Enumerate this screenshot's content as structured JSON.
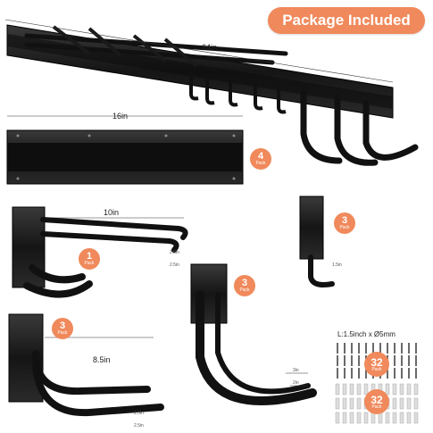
{
  "banner": {
    "label": "Package Included"
  },
  "dimensions": {
    "rail_long": "64in",
    "rail_short": "16in",
    "double_hook": "10in",
    "double_hook_sub_1": "2.5in",
    "double_hook_sub_2": "2.5in",
    "utility_hook": "8.5in",
    "utility_hook_sub_1": "2.5in",
    "utility_hook_sub_2": "2.5in",
    "j_hook_sub_1": "3in",
    "j_hook_sub_2": "2in",
    "small_hook_sub": "1.5in"
  },
  "packs": [
    {
      "count": "4",
      "unit": "Pack"
    },
    {
      "count": "1",
      "unit": "Pack"
    },
    {
      "count": "3",
      "unit": "Pack"
    },
    {
      "count": "3",
      "unit": "Pack"
    },
    {
      "count": "3",
      "unit": "Pack"
    },
    {
      "count": "32",
      "unit": "Pack"
    },
    {
      "count": "32",
      "unit": "Pack"
    }
  ],
  "screw_spec": "L:1.5inch x Ø5mm",
  "colors": {
    "accent": "#f0895b",
    "metal": "#1c1c1c"
  }
}
